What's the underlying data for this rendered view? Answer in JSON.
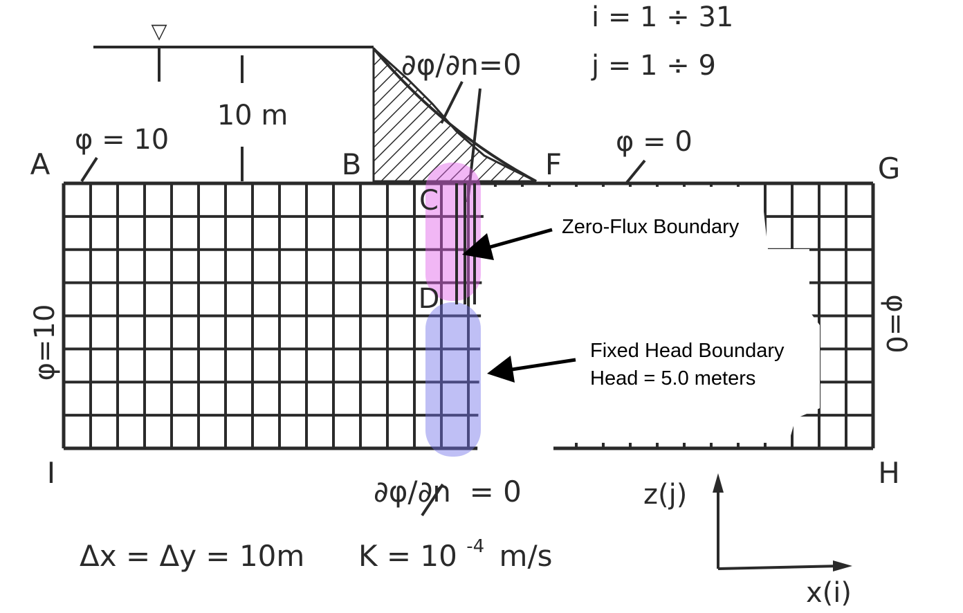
{
  "corner_labels": {
    "A": "A",
    "B": "B",
    "C": "C",
    "D": "D",
    "F": "F",
    "G": "G",
    "H": "H",
    "I": "I"
  },
  "index_ranges": {
    "i_range": "i = 1 ÷ 31",
    "j_range": "j = 1 ÷ 9"
  },
  "boundary_labels": {
    "top_slope": "∂φ/∂n=0",
    "bottom": "∂φ/∂n  = 0",
    "phi_left_top": "φ = 10",
    "phi_right_top": "φ = 0",
    "phi_left_side": "φ=10",
    "phi_right_side": "φ=0"
  },
  "dimension_label": "10 m",
  "water_symbol": "▽",
  "grid_spacing": "Δx = Δy = 10m",
  "conductivity": {
    "base": "K = 10",
    "exponent": "-4",
    "unit": "m/s"
  },
  "axes": {
    "z": "z(j)",
    "x": "x(i)"
  },
  "annotations": {
    "zero_flux": "Zero-Flux Boundary",
    "fixed_head_line1": "Fixed Head Boundary",
    "fixed_head_line2": "Head = 5.0 meters"
  },
  "highlight_colors": {
    "zero_flux": "#e060e8",
    "fixed_head": "#7070e8",
    "ink": "#2a2a2a"
  }
}
